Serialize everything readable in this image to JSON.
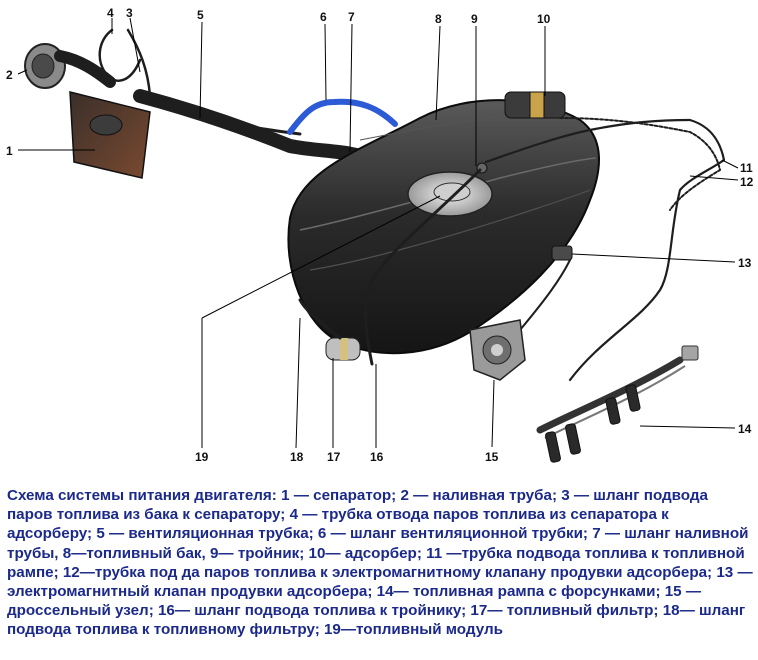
{
  "figure": {
    "callouts": [
      "1",
      "2",
      "3",
      "4",
      "5",
      "6",
      "7",
      "8",
      "9",
      "10",
      "11",
      "12",
      "13",
      "14",
      "15",
      "16",
      "17",
      "18",
      "19"
    ]
  },
  "caption": {
    "text": "Схема системы питания двигателя: 1 — сепаратор; 2 — наливная труба; 3 — шланг подвода паров топлива из бака к сепаратору; 4 — трубка отвода паров топлива из сепаратора к адсорберу; 5 — вентиляционная трубка; 6 — шланг вентиляционной трубки; 7 — шланг наливной трубы, 8—топливный бак, 9— тройник; 10— адсорбер; 11 —трубка подвода топлива к топливной рампе; 12—трубка под да паров топлива к электромагнитному клапану продувки адсорбера; 13 — электромагнитный клапан продувки адсорбера; 14— топливная рампа с форсунками; 15 — дроссельный узел; 16— шланг подвода топлива к тройнику; 17— топливный фильтр; 18— шланг подвода топлива к топливному фильтру; 19—топливный модуль"
  },
  "colors": {
    "caption": "#1b2a8a",
    "tank": "#2a2a2a",
    "blue_hose": "#2d5bd6"
  }
}
